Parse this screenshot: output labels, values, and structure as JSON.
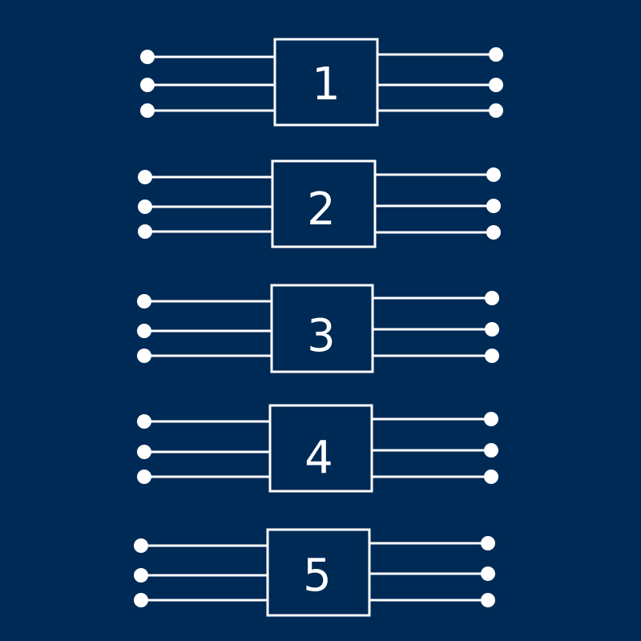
{
  "colors": {
    "background": "#002a56",
    "stroke": "#ffffff"
  },
  "components": [
    {
      "label": "1",
      "left_pins": 3,
      "right_pins": 3
    },
    {
      "label": "2",
      "left_pins": 3,
      "right_pins": 3
    },
    {
      "label": "3",
      "left_pins": 3,
      "right_pins": 3
    },
    {
      "label": "4",
      "left_pins": 3,
      "right_pins": 3
    },
    {
      "label": "5",
      "left_pins": 3,
      "right_pins": 3
    }
  ]
}
